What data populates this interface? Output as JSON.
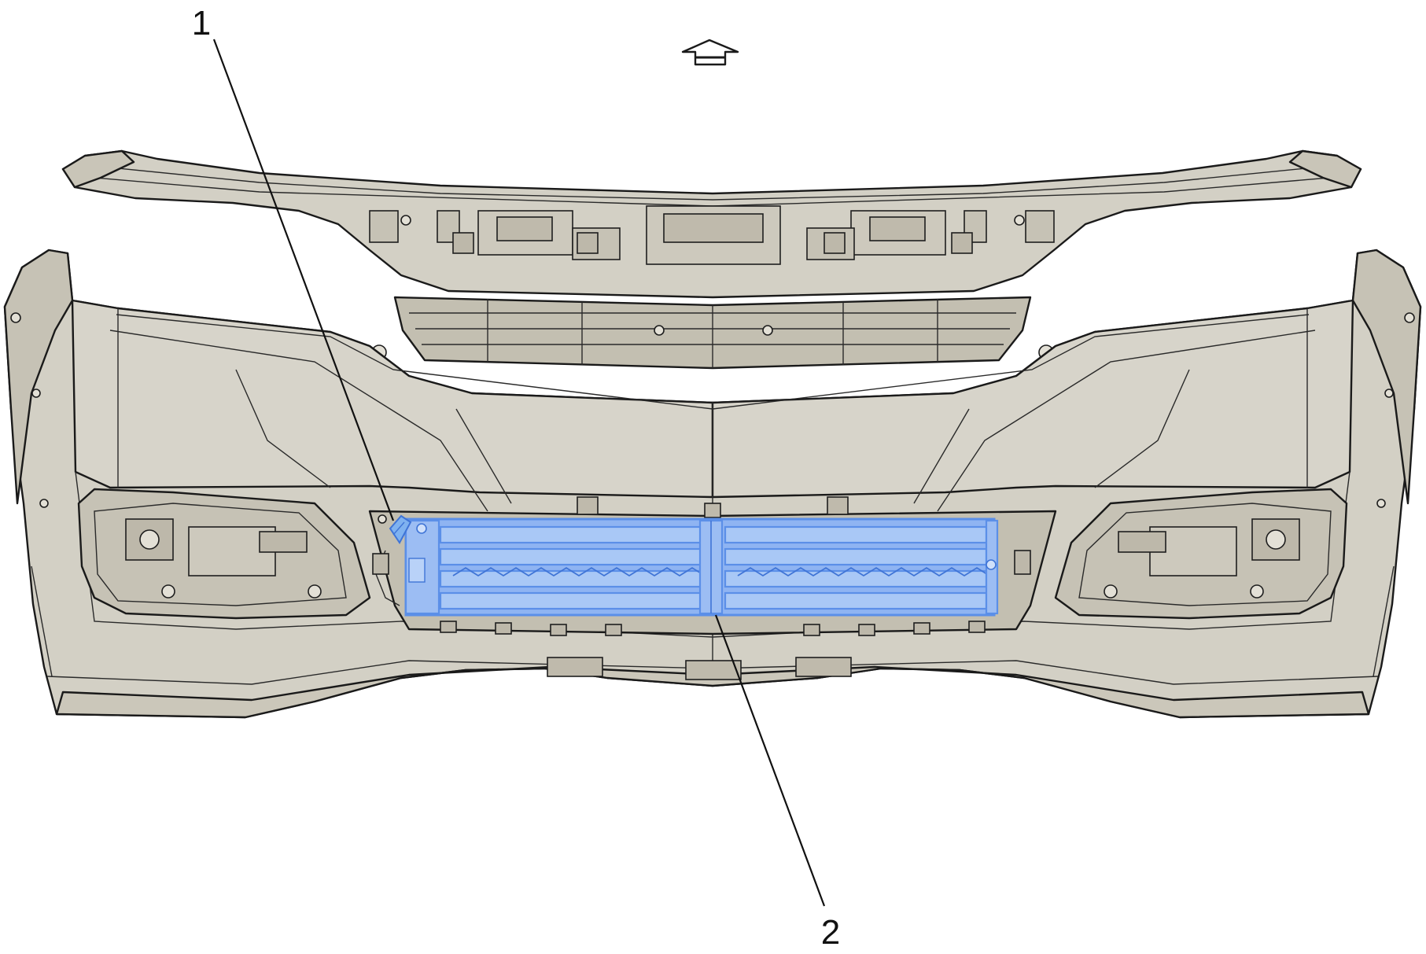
{
  "diagram": {
    "callouts": [
      {
        "id": "1",
        "label": "1"
      },
      {
        "id": "2",
        "label": "2"
      }
    ],
    "orientation_indicator": "up-arrow-icon",
    "colors": {
      "body": "#d3d0c5",
      "body_shade": "#c6c2b5",
      "outline": "#1a1a1a",
      "highlight": "#5b8fe8",
      "highlight_fill": "#8fb4f2",
      "highlight_light": "#a9c8f6",
      "clip": "#7fb2f0"
    }
  }
}
